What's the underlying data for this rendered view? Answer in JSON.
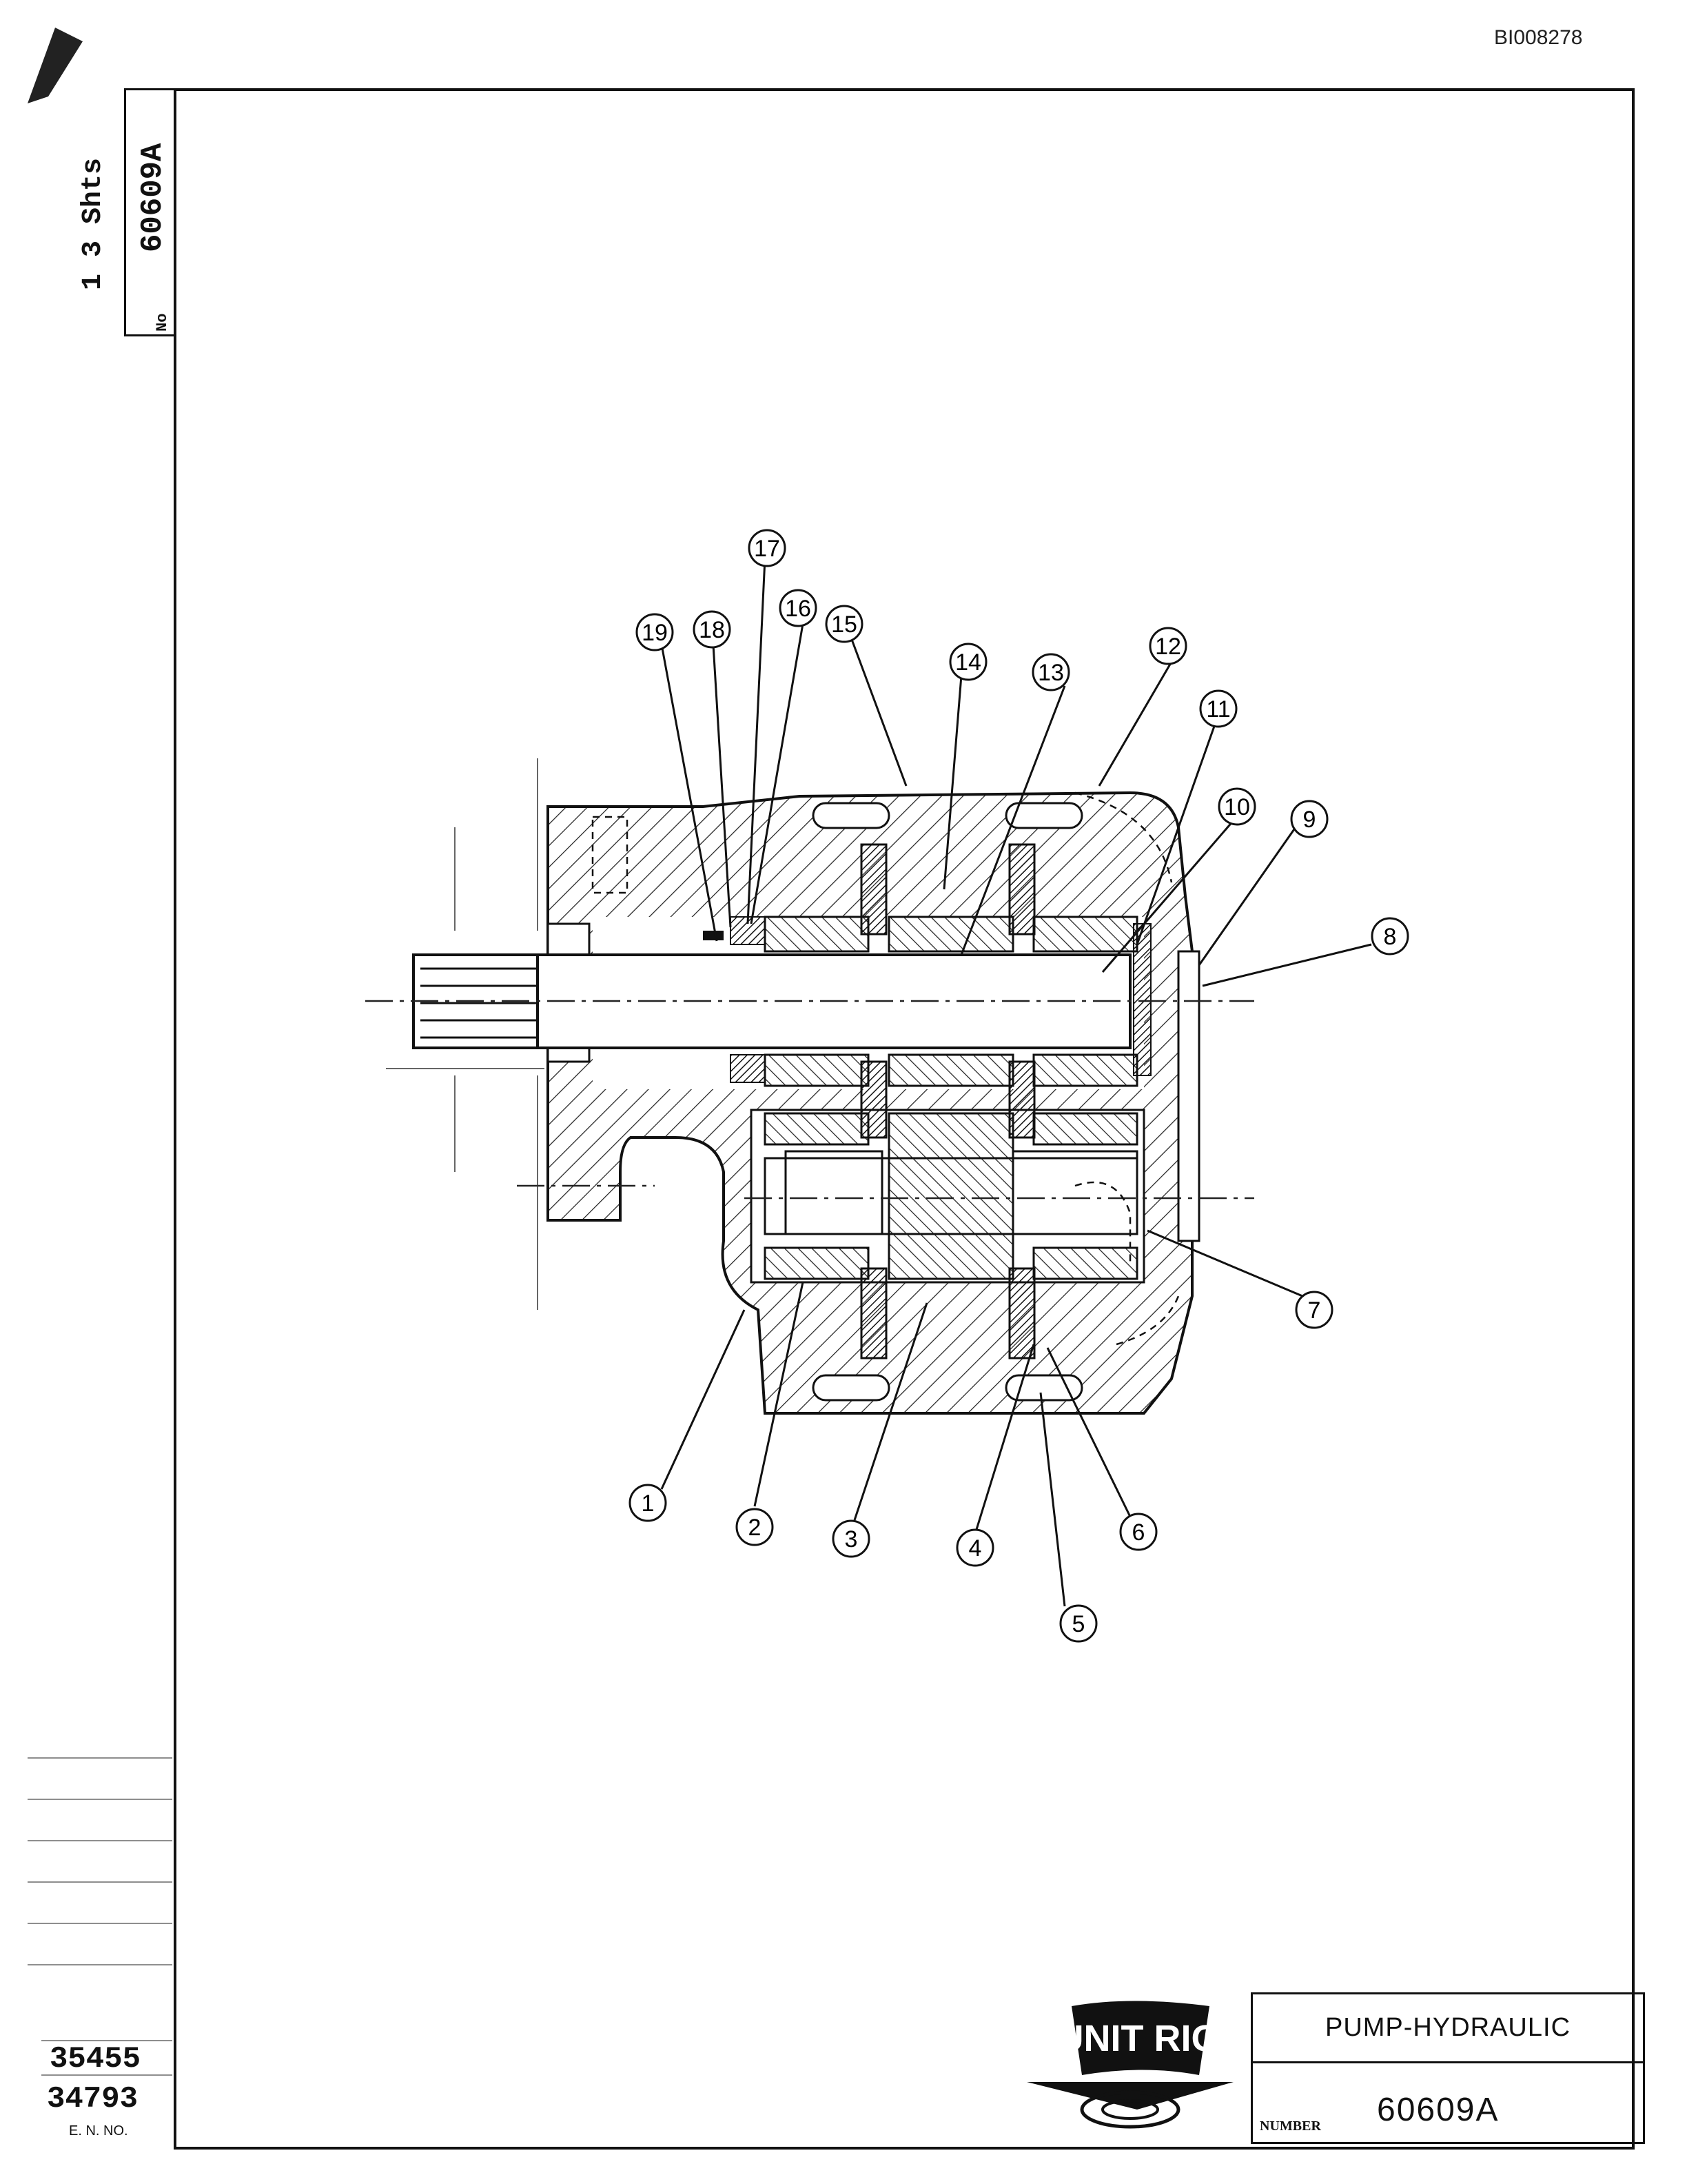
{
  "document": {
    "doc_id": "BI008278"
  },
  "side_tab": {
    "sheets": "1 3 Shts",
    "drawing_no": "60609A",
    "no_label": "No"
  },
  "revisions": {
    "numbers": [
      "35455",
      "34793"
    ],
    "label": "E. N. NO."
  },
  "title_block": {
    "title": "PUMP-HYDRAULIC",
    "number_label": "NUMBER",
    "number": "60609A",
    "logo_text": "UNIT RIG"
  },
  "callouts": [
    "1",
    "2",
    "3",
    "4",
    "5",
    "6",
    "7",
    "8",
    "9",
    "10",
    "11",
    "12",
    "13",
    "14",
    "15",
    "16",
    "17",
    "18",
    "19"
  ]
}
